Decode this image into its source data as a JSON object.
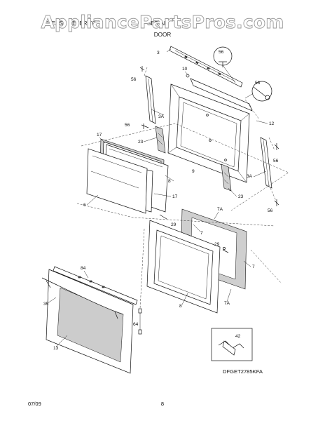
{
  "header": {
    "watermark": "AppliancePartsPros.com",
    "section": "DOOR",
    "obscured_left": "PLEASE REFER TO",
    "obscured_right": "SERIAL"
  },
  "callouts": {
    "c3": "3",
    "c56": "56",
    "c10": "10",
    "c12": "12",
    "c3A": "3A",
    "c17": "17",
    "c23": "23",
    "c9": "9",
    "c8": "8",
    "c6": "6",
    "c7A": "7A",
    "c7": "7",
    "c29": "29",
    "c84": "84",
    "c35": "35",
    "c64": "64",
    "c13": "13",
    "c42": "42"
  },
  "diagram_code": "DFGET2785KFA",
  "footer": {
    "date": "07/09",
    "page": "8"
  }
}
